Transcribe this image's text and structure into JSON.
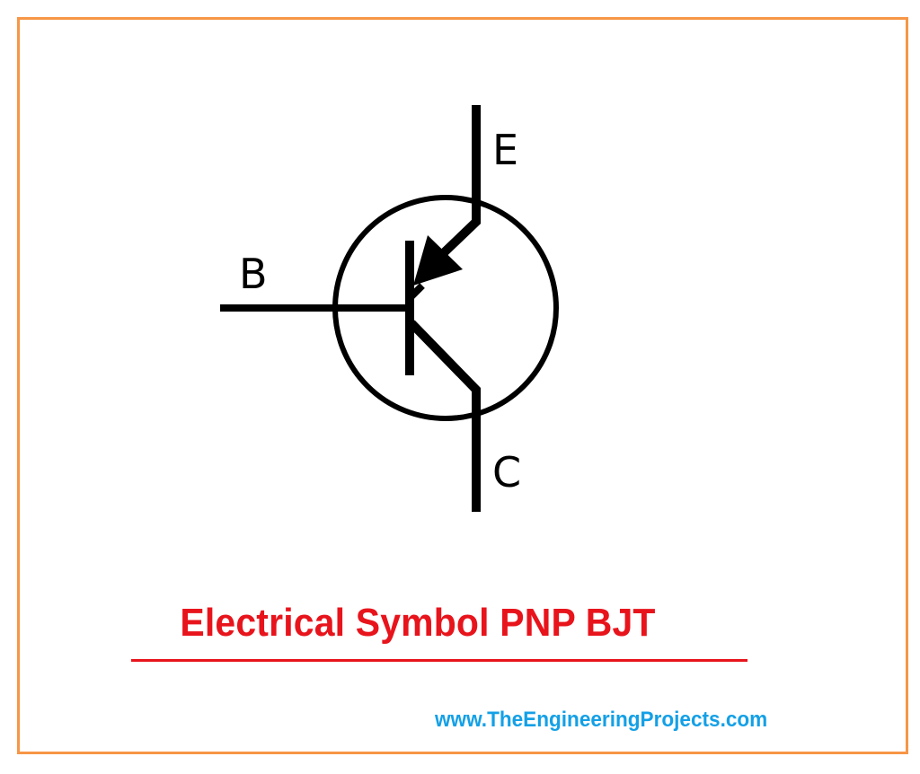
{
  "diagram": {
    "labels": {
      "emitter": "E",
      "base": "B",
      "collector": "C"
    },
    "title": "Electrical Symbol PNP BJT",
    "website": "www.TheEngineeringProjects.com",
    "colors": {
      "frame_border": "#f79646",
      "title": "#e8141c",
      "website": "#14a0e6",
      "symbol": "#000000"
    }
  }
}
